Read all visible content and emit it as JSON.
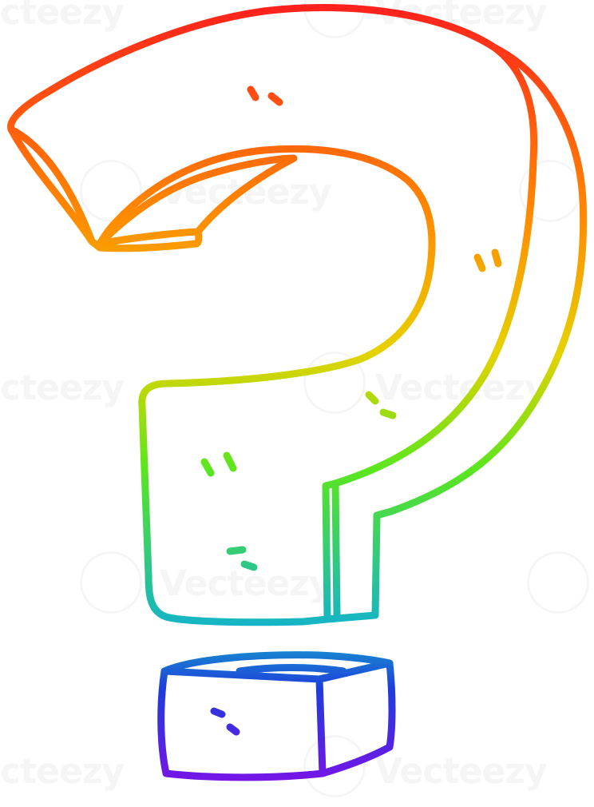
{
  "illustration": {
    "subject": "question-mark",
    "style": "rainbow-gradient-line-art",
    "colors": {
      "top": "#ff1e1e",
      "orange": "#ff8c00",
      "yellow": "#e6d200",
      "green": "#5ae61e",
      "teal": "#14b4c8",
      "blue": "#1e3cdc",
      "bottom": "#7814e6"
    }
  },
  "watermark": {
    "text": "Vecteezy",
    "text_partial": "cteezy"
  }
}
